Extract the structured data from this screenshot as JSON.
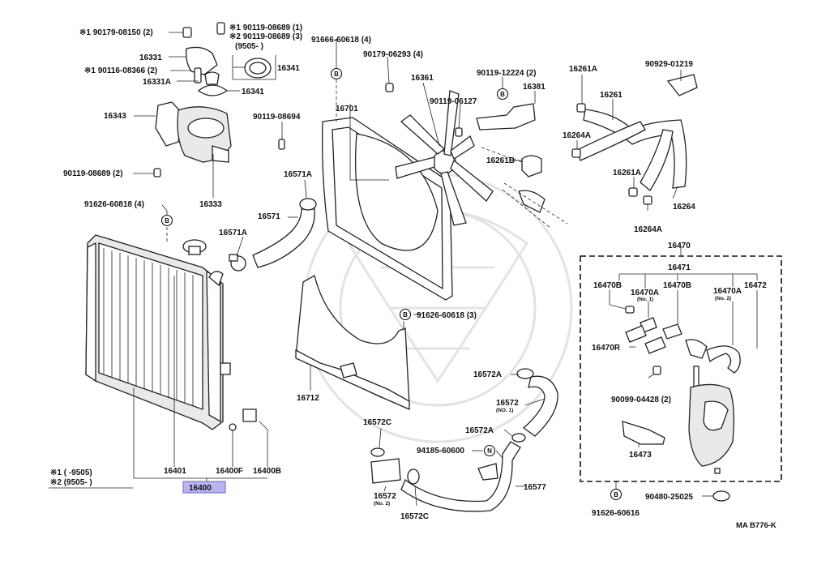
{
  "labels": {
    "p90179_08150": "※1 90179-08150 (2)",
    "p90119_08689_1": "※1 90119-08689 (1)",
    "p90119_08689_3": "※2 90119-08689 (3)",
    "p9505_top": "(9505-        )",
    "p16331": "16331",
    "p16341a": "16341",
    "p90116_08366": "※1 90116-08366 (2)",
    "p16331A": "16331A",
    "p16341b": "16341",
    "p16343": "16343",
    "p90119_08694": "90119-08694",
    "p90119_08689_2": "90119-08689 (2)",
    "p16333": "16333",
    "p91626_60818": "91626-60818 (4)",
    "p91666_60618": "91666-60618 (4)",
    "p90179_06293": "90179-06293 (4)",
    "p16361": "16361",
    "p90119_12224": "90119-12224 (2)",
    "p16381": "16381",
    "p16701": "16701",
    "p90119_06127": "90119-06127",
    "p16261A_top": "16261A",
    "p90929_01219": "90929-01219",
    "p16261": "16261",
    "p16264A_a": "16264A",
    "p16261B": "16261B",
    "p16261A_b": "16261A",
    "p16264": "16264",
    "p16264A_b": "16264A",
    "p16571A_a": "16571A",
    "p16571": "16571",
    "p16571A_b": "16571A",
    "p16470": "16470",
    "p16471": "16471",
    "p16470B_a": "16470B",
    "p16470A_a": "16470A",
    "p16470A_a_no": "(No. 1)",
    "p16470B_b": "16470B",
    "p16470A_b": "16470A",
    "p16470A_b_no": "(No. 2)",
    "p16472": "16472",
    "p91626_60618": "91626-60618 (3)",
    "p16470R": "16470R",
    "p16572A_a": "16572A",
    "p16712": "16712",
    "p16572_1": "16572",
    "p16572_1_no": "(NO. 1)",
    "p90099_04428": "90099-04428 (2)",
    "p16572C_a": "16572C",
    "p16572A_b": "16572A",
    "p94185_60600": "94185-60600",
    "p16473": "16473",
    "p16401": "16401",
    "p16400F": "16400F",
    "p16400B": "16400B",
    "p16572_2": "16572",
    "p16572_2_no": "(No. 2)",
    "p16577": "16577",
    "p90480_25025": "90480-25025",
    "p16572C_b": "16572C",
    "p91626_60616": "91626-60616",
    "p16400": "16400",
    "legend1": "※1 (      -9505)",
    "legend2": "※2 (9505-        )",
    "ref": "MA B776-K"
  },
  "marks": {
    "b": "B",
    "n": "N"
  },
  "colors": {
    "highlight": "#b9b4ef",
    "line": "#222222"
  }
}
